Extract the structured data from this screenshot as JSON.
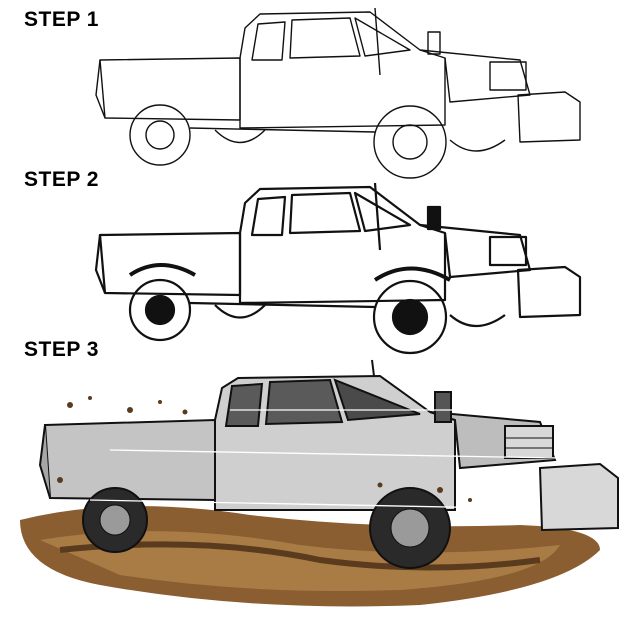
{
  "steps": [
    {
      "label": "STEP 1",
      "stage": "line-art"
    },
    {
      "label": "STEP 2",
      "stage": "inked"
    },
    {
      "label": "STEP 3",
      "stage": "colored-with-mud"
    }
  ],
  "colors": {
    "ink": "#111111",
    "body_gray": "#bdbdbd",
    "shadow_gray": "#8a8a8a",
    "mud_dark": "#5b3b1e",
    "mud_light": "#a97b45",
    "block": "#d8d8d8"
  },
  "icons": [
    "pickup-truck-drawing",
    "tire",
    "exhaust-stack",
    "weight-block",
    "mud-splash"
  ]
}
